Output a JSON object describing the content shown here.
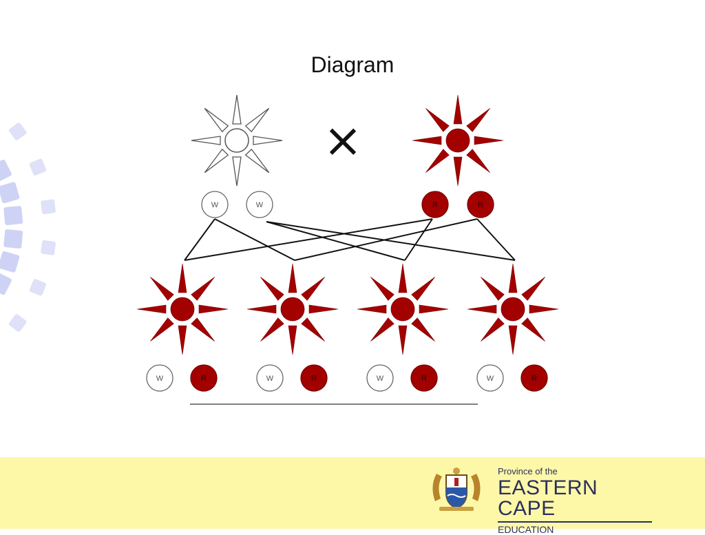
{
  "slide": {
    "title": "Diagram"
  },
  "diagram": {
    "cross_symbol": "×",
    "parents": [
      {
        "name": "white-parent",
        "color": "#ffffff"
      },
      {
        "name": "red-parent",
        "color": "#a30000"
      }
    ],
    "parent_gametes": [
      "W",
      "W",
      "R",
      "R"
    ],
    "offspring": [
      {
        "alleles": [
          "W",
          "R"
        ],
        "color": "#a30000"
      },
      {
        "alleles": [
          "W",
          "R"
        ],
        "color": "#a30000"
      },
      {
        "alleles": [
          "W",
          "R"
        ],
        "color": "#a30000"
      },
      {
        "alleles": [
          "W",
          "R"
        ],
        "color": "#a30000"
      }
    ]
  },
  "colors": {
    "red": "#a30000",
    "outline": "#555555",
    "footer_band": "#fdf8a8",
    "decoration": "#c9cdf4",
    "logo_text": "#2b2f5c"
  },
  "footer": {
    "logo": {
      "line1": "Province of the",
      "line2": "EASTERN CAPE",
      "line3": "EDUCATION"
    }
  }
}
